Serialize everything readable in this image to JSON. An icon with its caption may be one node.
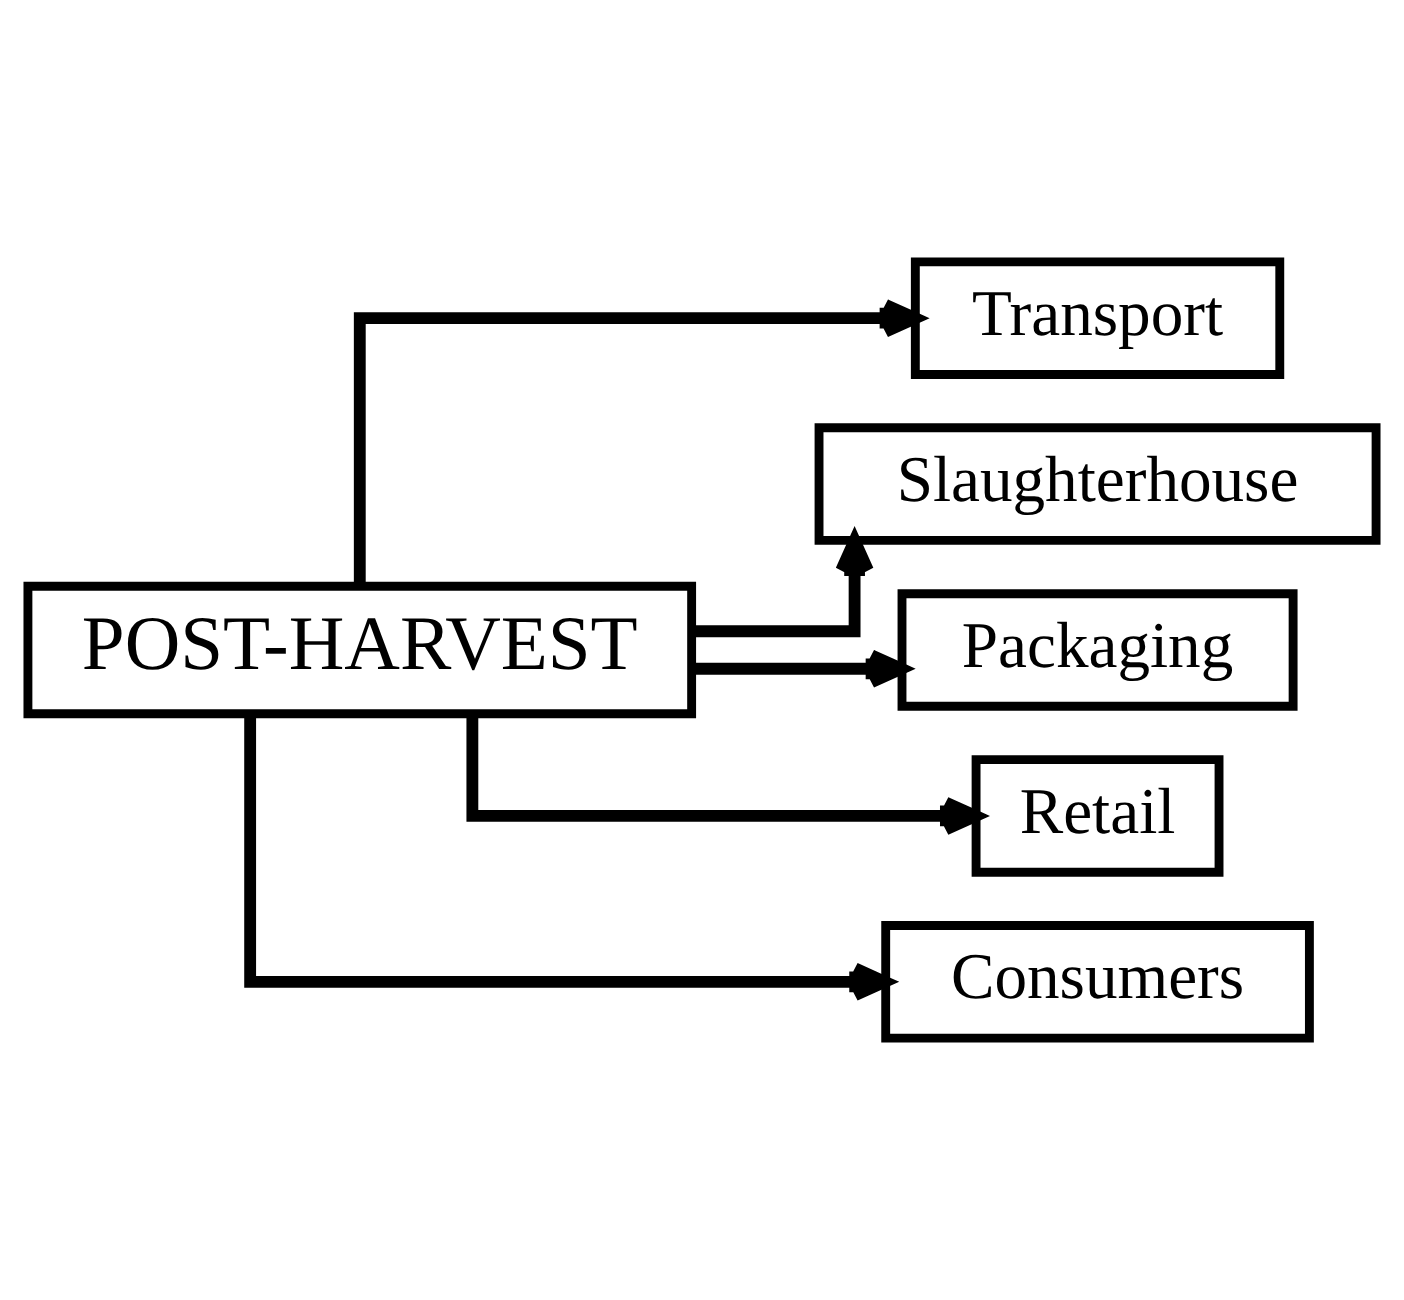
{
  "diagram": {
    "nodes": [
      {
        "text": [
          "POST-HARVEST"
        ]
      },
      {
        "text": [
          "Transport"
        ]
      },
      {
        "text": [
          "Slaughterhouse"
        ]
      },
      {
        "text": [
          "Packaging"
        ]
      },
      {
        "text": [
          "Retail"
        ]
      },
      {
        "text": [
          "Consumers"
        ]
      }
    ],
    "edges": [
      {
        "from": 0,
        "to": 1,
        "arrow": "to"
      },
      {
        "from": 0,
        "to": 2,
        "arrow": "to"
      },
      {
        "from": 0,
        "to": 3,
        "arrow": "to"
      },
      {
        "from": 0,
        "to": 4,
        "arrow": "to"
      },
      {
        "from": 0,
        "to": 5,
        "arrow": "to"
      }
    ]
  }
}
